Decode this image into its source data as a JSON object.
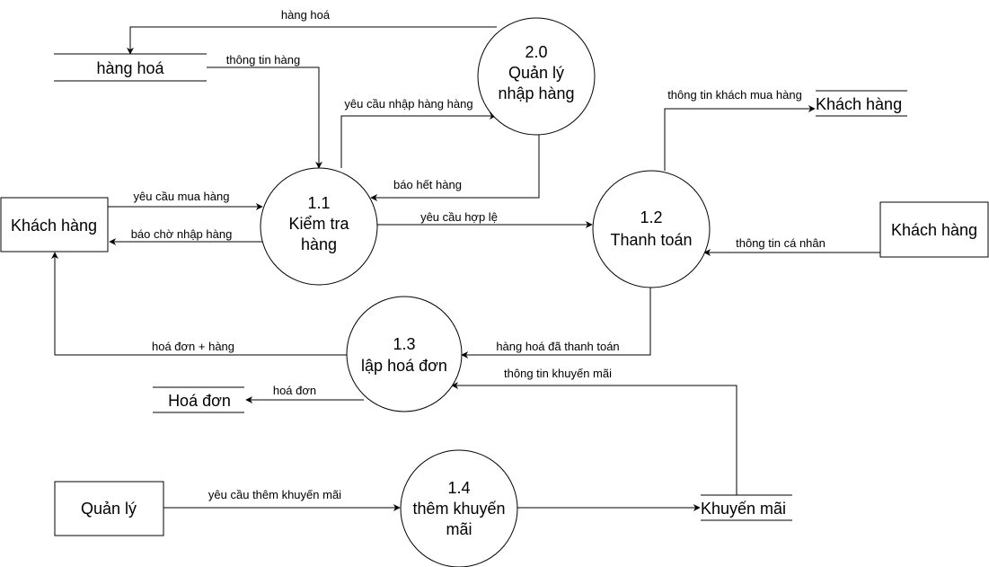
{
  "processes": {
    "p20": {
      "number": "2.0",
      "name_line1": "Quản lý",
      "name_line2": "nhập hàng"
    },
    "p11": {
      "number": "1.1",
      "name_line1": "Kiểm tra",
      "name_line2": "hàng"
    },
    "p12": {
      "number": "1.2",
      "name_line1": "Thanh toán"
    },
    "p13": {
      "number": "1.3",
      "name_line1": "lập hoá đơn"
    },
    "p14": {
      "number": "1.4",
      "name_line1": "thêm khuyến",
      "name_line2": "mãi"
    }
  },
  "entities": {
    "customer_left": "Khách hàng",
    "customer_right": "Khách hàng",
    "manager": "Quản lý"
  },
  "stores": {
    "goods": "hàng hoá",
    "customer": "Khách hàng",
    "invoice": "Hoá đơn",
    "promotion": "Khuyến mãi"
  },
  "flows": {
    "goods_from_p20": "hàng hoá",
    "goods_info": "thông tin hàng",
    "import_request": "yêu cầu nhập hàng hàng",
    "out_of_stock": "báo hết hàng",
    "purchase_request": "yêu cầu mua hàng",
    "wait_for_import": "báo chờ nhập hàng",
    "valid_request": "yêu cầu hợp lệ",
    "buyer_info": "thông tin khách mua hàng",
    "personal_info": "thông tin cá nhân",
    "paid_goods": "hàng hoá đã thanh toán",
    "promotion_info": "thông tin khuyến mãi",
    "invoice_goods": "hoá đơn + hàng",
    "invoice": "hoá đơn",
    "add_promotion_request": "yêu cầu thêm khuyến mãi"
  }
}
